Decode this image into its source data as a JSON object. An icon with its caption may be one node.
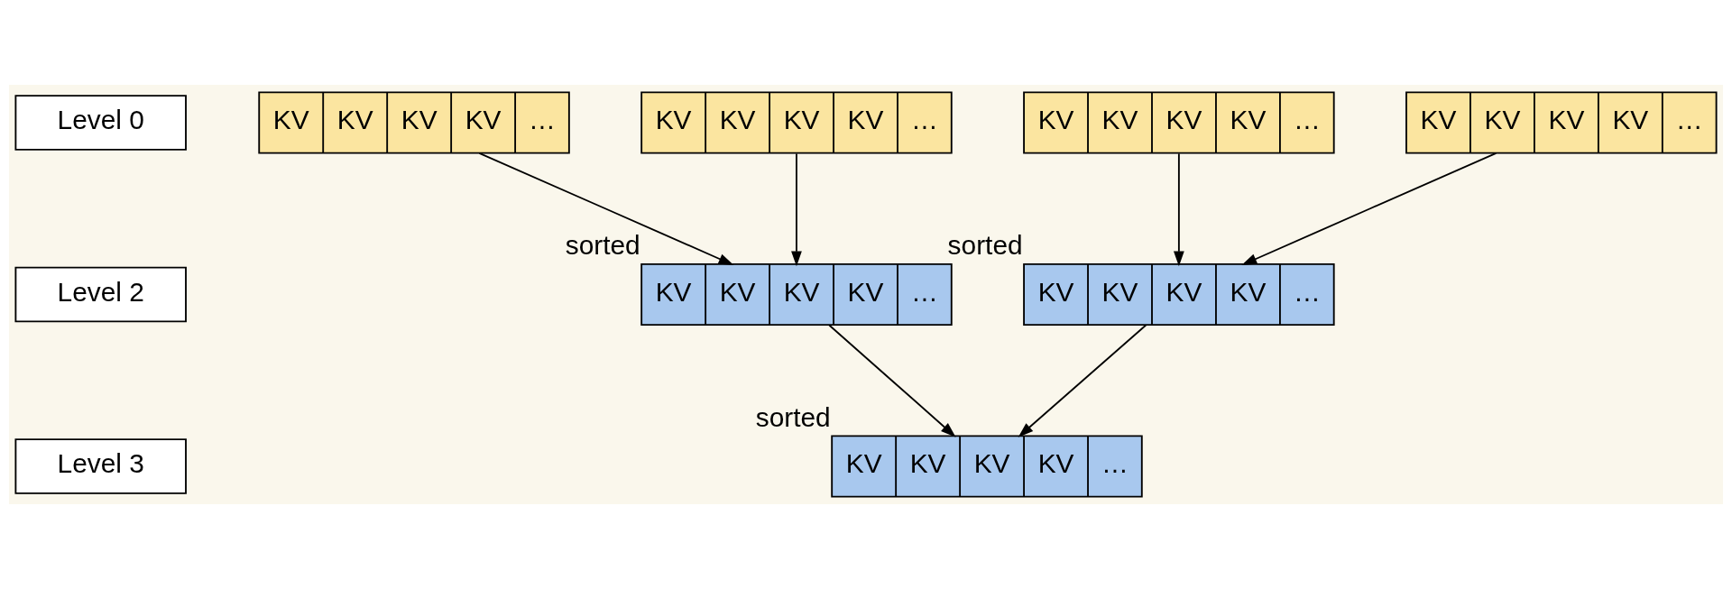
{
  "diagram": {
    "nodes": [
      {
        "text": [
          "Level 0"
        ]
      },
      {
        "text": [
          "Level 2"
        ]
      },
      {
        "text": [
          "Level 3"
        ]
      },
      {
        "text": [
          "KV",
          "KV",
          "KV",
          "KV",
          "…"
        ]
      },
      {
        "text": [
          "KV",
          "KV",
          "KV",
          "KV",
          "…"
        ]
      },
      {
        "text": [
          "KV",
          "KV",
          "KV",
          "KV",
          "…"
        ]
      },
      {
        "text": [
          "KV",
          "KV",
          "KV",
          "KV",
          "…"
        ]
      },
      {
        "text": [
          "KV",
          "KV",
          "KV",
          "KV",
          "…"
        ],
        "beside": [
          "sorted"
        ]
      },
      {
        "text": [
          "KV",
          "KV",
          "KV",
          "KV",
          "…"
        ],
        "beside": [
          "sorted"
        ]
      },
      {
        "text": [
          "KV",
          "KV",
          "KV",
          "KV",
          "…"
        ],
        "beside": [
          "sorted"
        ]
      }
    ],
    "edges": [
      {
        "from": 3,
        "to": 7,
        "arrow": "to"
      },
      {
        "from": 4,
        "to": 7,
        "arrow": "to"
      },
      {
        "from": 5,
        "to": 8,
        "arrow": "to"
      },
      {
        "from": 6,
        "to": 8,
        "arrow": "to"
      },
      {
        "from": 7,
        "to": 9,
        "arrow": "to"
      },
      {
        "from": 8,
        "to": 9,
        "arrow": "to"
      }
    ]
  }
}
